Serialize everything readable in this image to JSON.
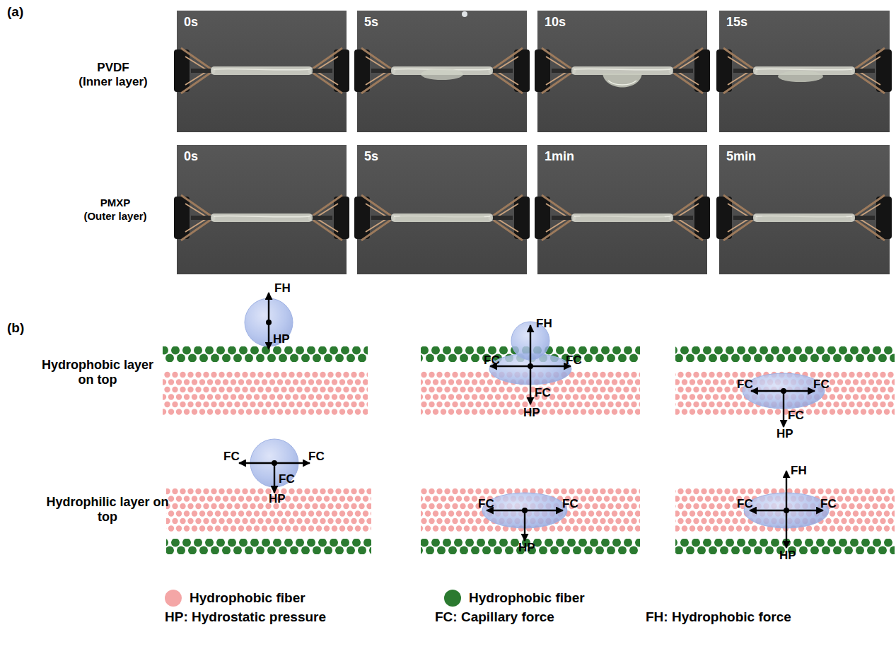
{
  "diagram": {
    "nodes": [
      {
        "text": [
          "0s"
        ]
      },
      {
        "text": [
          "5s"
        ]
      },
      {
        "text": [
          "10s"
        ]
      },
      {
        "text": [
          "15s"
        ]
      },
      {
        "text": [
          "0s"
        ]
      },
      {
        "text": [
          "5s"
        ]
      },
      {
        "text": [
          "1min"
        ]
      },
      {
        "text": [
          "5min"
        ]
      }
    ],
    "labels": [
      "(a)",
      "PVDF",
      "(Inner layer)",
      "PMXP",
      "(Outer layer)",
      "(b)",
      "Hydrophobic layer on top",
      "Hydrophilic layer on top",
      "FH",
      "HP",
      "FH",
      "FC",
      "FC",
      "FC",
      "HP",
      "FC",
      "FC",
      "FC",
      "HP",
      "FC",
      "FC",
      "FC",
      "HP",
      "FC",
      "FC",
      "HP",
      "FH",
      "FC",
      "FC",
      "HP",
      "HP: Hydrostatic pressure",
      "FC: Capillary force",
      "FH: Hydrophobic force"
    ],
    "legend": [
      {
        "text": "Hydrophobic fiber",
        "color": "#f4a6a6"
      },
      {
        "text": "Hydrophobic fiber",
        "color": "#2b7a30"
      }
    ]
  }
}
